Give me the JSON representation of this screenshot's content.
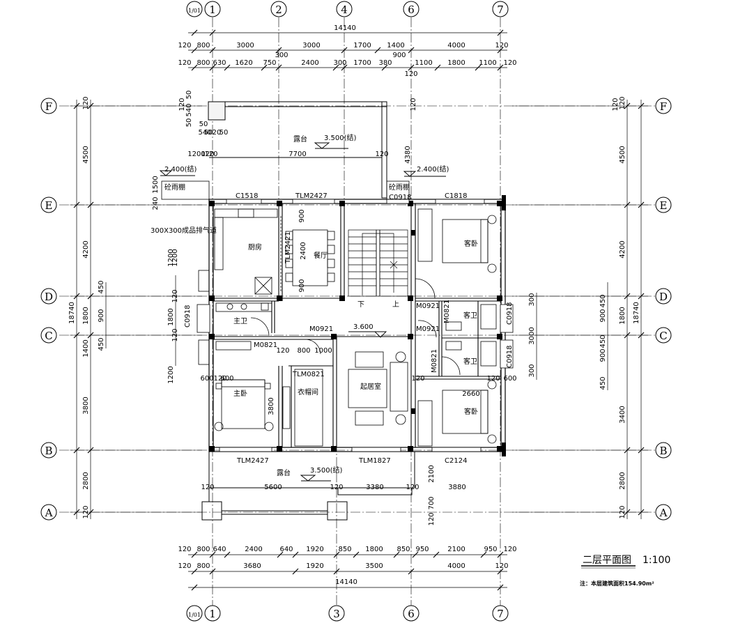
{
  "drawing": {
    "title": "二层平面图",
    "scale": "1:100",
    "note": "注：本层建筑面积154.90m²"
  },
  "axes": {
    "top": [
      "1/01",
      "1",
      "2",
      "4",
      "6",
      "7"
    ],
    "bottom": [
      "1/01",
      "1",
      "3",
      "6",
      "7"
    ],
    "left": [
      "F",
      "E",
      "D",
      "C",
      "B",
      "A"
    ],
    "right": [
      "F",
      "E",
      "D",
      "C",
      "B",
      "A"
    ]
  },
  "dims_top": {
    "total": "14140",
    "row1": [
      "120",
      "800",
      "3000",
      "3000",
      "1700",
      "1400",
      "4000",
      "120"
    ],
    "row1_extra": "300",
    "row2": [
      "120",
      "800",
      "630",
      "1620",
      "750",
      "2400",
      "300",
      "1700",
      "380",
      "1100",
      "1800",
      "1100",
      "120"
    ],
    "row2_extra": [
      "900",
      "120"
    ]
  },
  "dims_bottom": {
    "total": "14140",
    "row1": [
      "120",
      "800",
      "640",
      "2400",
      "640",
      "1920",
      "850",
      "1800",
      "850",
      "950",
      "2100",
      "950",
      "120"
    ],
    "row2": [
      "120",
      "800",
      "3680",
      "1920",
      "3500",
      "4000",
      "120"
    ]
  },
  "dims_left": {
    "total": "18740",
    "outer": [
      "120",
      "4500",
      "4200",
      "1800",
      "3800",
      "2800",
      "120"
    ],
    "inner": [
      "450",
      "900",
      "450",
      "1400",
      "1200",
      "1800",
      "1200"
    ],
    "misc": [
      "120",
      "540",
      "50",
      "50",
      "50",
      "540",
      "50",
      "20",
      "50",
      "1200",
      "120",
      "1500",
      "240",
      "120",
      "120"
    ]
  },
  "dims_right": {
    "total": "18740",
    "outer": [
      "120",
      "4500",
      "4200",
      "1800",
      "3400",
      "2800",
      "120"
    ],
    "inner": [
      "450",
      "900",
      "450",
      "900",
      "450"
    ],
    "misc": [
      "300",
      "3000",
      "300",
      "120",
      "120"
    ]
  },
  "interior_dims": [
    "7700",
    "120",
    "4380",
    "120",
    "2400",
    "900",
    "900",
    "1200",
    "3800",
    "120",
    "800",
    "1000",
    "600",
    "600",
    "120",
    "120",
    "2660",
    "600",
    "120",
    "5600",
    "120",
    "3380",
    "120",
    "3880",
    "2100",
    "700",
    "120",
    "120"
  ],
  "rooms": {
    "terrace_top": "露台",
    "terrace_bottom": "露台",
    "kitchen": "厨房",
    "dining": "餐厅",
    "master_bath": "主卫",
    "master_bed": "主卧",
    "closet": "衣帽间",
    "living": "起居室",
    "guest_bed_top": "客卧",
    "guest_bed_bottom": "客卧",
    "guest_bath_1": "客卫",
    "guest_bath_2": "客卫",
    "stair_down": "下",
    "stair_up": "上"
  },
  "labels": {
    "elev_top": "3.500(结)",
    "elev_bottom": "3.500(结)",
    "elev_left": "2.400(结)",
    "elev_right": "2.400(结)",
    "elev_center": "3.600",
    "canopy_left": "砼雨棚",
    "canopy_right": "砼雨棚",
    "duct": "300X300成品排气道",
    "c1518": "C1518",
    "tlm2427_top": "TLM2427",
    "c0918_top": "C0918",
    "c1818": "C1818",
    "tlm2421": "TLM2421",
    "c0918_left": "C0918",
    "c0918_right1": "C0918",
    "c0918_right2": "C0918",
    "m0921_stair": "M0921",
    "m0821_a": "M0821",
    "m0921_mid": "M0921",
    "m0821_b": "M0821",
    "tlm0821": "TLM0821",
    "m0921_right": "M0921",
    "m0821_c": "M0821",
    "tlm2427_bottom": "TLM2427",
    "tlm1827": "TLM1827",
    "c2124": "C2124"
  }
}
